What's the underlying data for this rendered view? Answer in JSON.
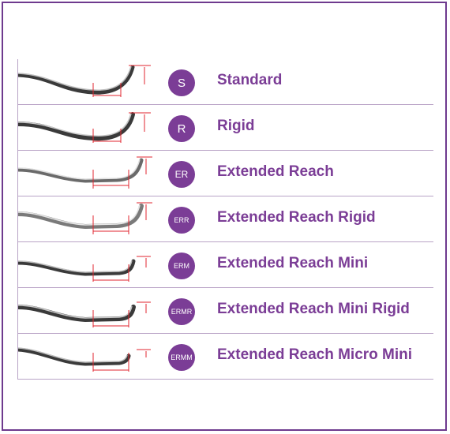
{
  "rows": [
    {
      "abbr": "S",
      "name": "Standard"
    },
    {
      "abbr": "R",
      "name": "Rigid"
    },
    {
      "abbr": "ER",
      "name": "Extended Reach"
    },
    {
      "abbr": "ERR",
      "name": "Extended Reach Rigid"
    },
    {
      "abbr": "ERM",
      "name": "Extended Reach Mini"
    },
    {
      "abbr": "ERMR",
      "name": "Extended Reach Mini Rigid"
    },
    {
      "abbr": "ERMM",
      "name": "Extended Reach Micro Mini"
    }
  ],
  "colors": {
    "accent": "#7b3d96",
    "rule": "#b9a3c6",
    "measure": "#e0262f",
    "steel": "#4a4a4a"
  }
}
